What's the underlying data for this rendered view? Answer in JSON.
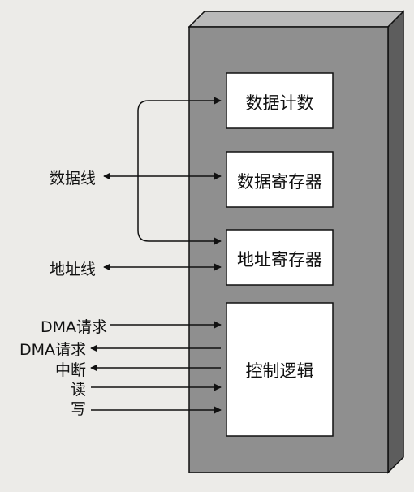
{
  "blocks": {
    "data_count": "数据计数",
    "data_register": "数据寄存器",
    "address_register": "地址寄存器",
    "control_logic": "控制逻辑"
  },
  "signals": {
    "data_line": "数据线",
    "address_line": "地址线",
    "dma_request_1": "DMA请求",
    "dma_request_2": "DMA请求",
    "interrupt": "中断",
    "read": "读",
    "write": "写"
  },
  "colors": {
    "background": "#ecebe8",
    "panel_front": "#8f8f8f",
    "panel_side": "#5d5d5d",
    "panel_top": "#b9b9b9",
    "box_fill": "#ffffff",
    "stroke": "#111111"
  }
}
